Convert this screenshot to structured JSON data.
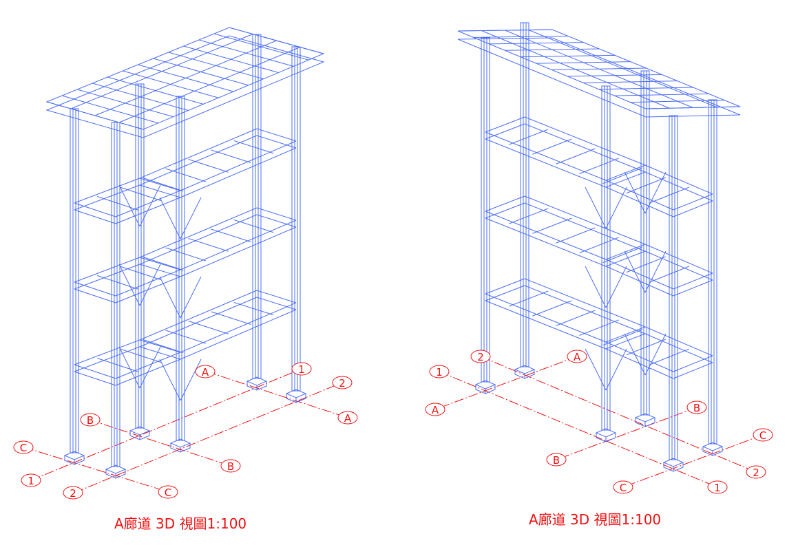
{
  "views": [
    {
      "caption": "A廊道 3D 視圖1:100",
      "grid_bubbles": [
        "A",
        "1",
        "2",
        "A",
        "B",
        "B",
        "C",
        "1",
        "2",
        "C"
      ]
    },
    {
      "caption": "A廊道 3D 視圖1:100",
      "grid_bubbles": [
        "2",
        "A",
        "1",
        "A",
        "B",
        "C",
        "B",
        "2",
        "C",
        "1"
      ]
    }
  ],
  "colors": {
    "steel": "#4a6cf7",
    "grid": "#f01010"
  }
}
